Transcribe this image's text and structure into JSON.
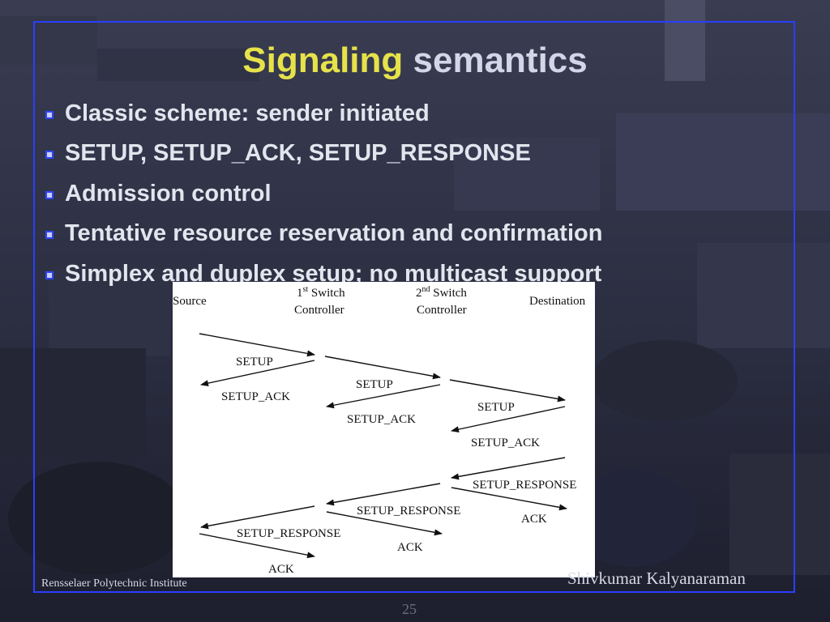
{
  "slide": {
    "title_word1": "Signaling",
    "title_word2": "semantics",
    "bullets": [
      "Classic scheme: sender initiated",
      "SETUP, SETUP_ACK, SETUP_RESPONSE",
      "Admission control",
      "Tentative resource reservation and confirmation",
      "Simplex and duplex setup; no multicast support"
    ],
    "footer_left": "Rensselaer Polytechnic Institute",
    "footer_right": "Shivkumar Kalyanaraman",
    "page_number": "25"
  },
  "diagram": {
    "headers": {
      "source": "Source",
      "switch1_num": "1",
      "switch1_sup": "st",
      "switch1_word": " Switch",
      "switch1_line2": "Controller",
      "switch2_num": "2",
      "switch2_sup": "nd",
      "switch2_word": " Switch",
      "switch2_line2": "Controller",
      "destination": "Destination"
    },
    "messages": {
      "setup_1": "SETUP",
      "setup_ack_1": "SETUP_ACK",
      "setup_2": "SETUP",
      "setup_ack_2": "SETUP_ACK",
      "setup_3": "SETUP",
      "setup_ack_3": "SETUP_ACK",
      "setup_response_3": "SETUP_RESPONSE",
      "ack_3": "ACK",
      "setup_response_2": "SETUP_RESPONSE",
      "ack_2": "ACK",
      "setup_response_1": "SETUP_RESPONSE",
      "ack_1": "ACK"
    }
  },
  "colors": {
    "title_highlight": "#e6e24a",
    "title_text": "#d3d6e6",
    "frame_border": "#2a3fff",
    "bullet_icon": "#2e46ff"
  }
}
